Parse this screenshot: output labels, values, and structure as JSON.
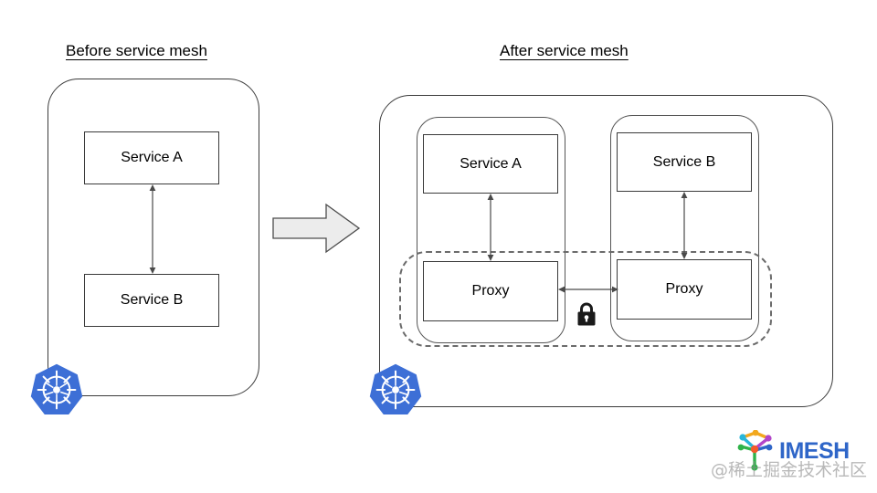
{
  "diagram": {
    "left": {
      "title": "Before service mesh",
      "platform_icon": "kubernetes-logo",
      "boxes": [
        {
          "label": "Service A"
        },
        {
          "label": "Service B"
        }
      ],
      "connection": {
        "type": "bidirectional-arrow",
        "from": "Service A",
        "to": "Service B"
      }
    },
    "transition": {
      "icon": "right-arrow-icon",
      "fill": "#ececec",
      "stroke": "#4d4d4d"
    },
    "right": {
      "title": "After service mesh",
      "platform_icon": "kubernetes-logo",
      "pods": [
        {
          "service": "Service A",
          "proxy": "Proxy"
        },
        {
          "service": "Service B",
          "proxy": "Proxy"
        }
      ],
      "mesh_boundary": {
        "style": "dashed",
        "color": "#6b6b6b"
      },
      "secure_link": {
        "icon": "lock-icon",
        "label": "",
        "color": "#1a1a1a"
      },
      "connections": [
        {
          "type": "bidirectional-arrow",
          "from": "Service A",
          "to": "Proxy"
        },
        {
          "type": "bidirectional-arrow",
          "from": "Service B",
          "to": "Proxy"
        },
        {
          "type": "bidirectional-arrow",
          "from": "Proxy",
          "to": "Proxy"
        }
      ]
    }
  },
  "branding": {
    "logo_icon": "imesh-hexagon-mesh-logo",
    "name": "IMESH",
    "name_color": "#2f66c8",
    "watermark": "@稀土掘金技术社区"
  },
  "colors": {
    "kubernetes_blue": "#3d6fd6",
    "panel_stroke": "#3b3b3b",
    "box_stroke": "#3a3a3a",
    "dashed_stroke": "#6b6b6b",
    "arrow_fill": "#ececec"
  }
}
